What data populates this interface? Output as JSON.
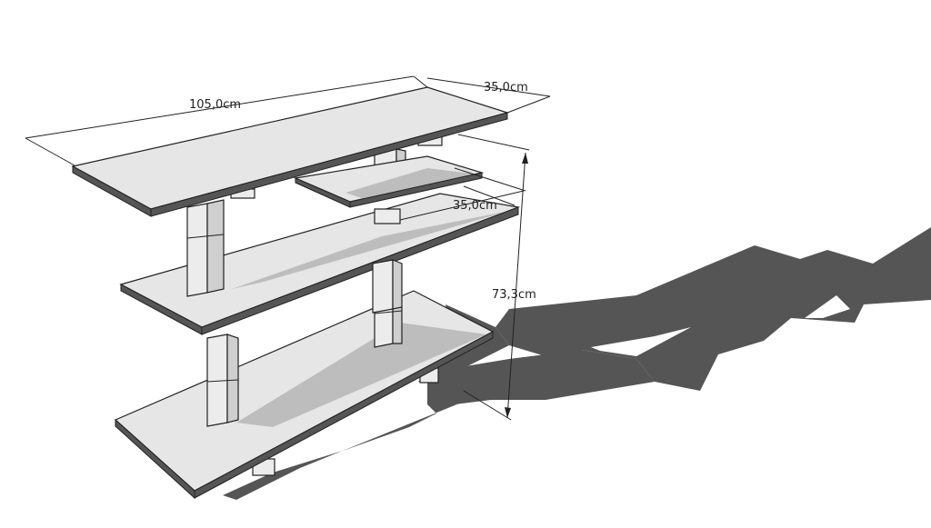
{
  "dimensions": {
    "width": "105,0cm",
    "depth_top": "35,0cm",
    "depth_shelf": "35,0cm",
    "height": "73,3cm"
  },
  "colors": {
    "background": "#ffffff",
    "shelf_top": "#e6e6e6",
    "shelf_edge": "#555555",
    "leg_face": "#ececec",
    "leg_side": "#d0d0d0",
    "shadow": "#555555",
    "interior_shadow": "#bdbdbd",
    "outline": "#222222"
  }
}
